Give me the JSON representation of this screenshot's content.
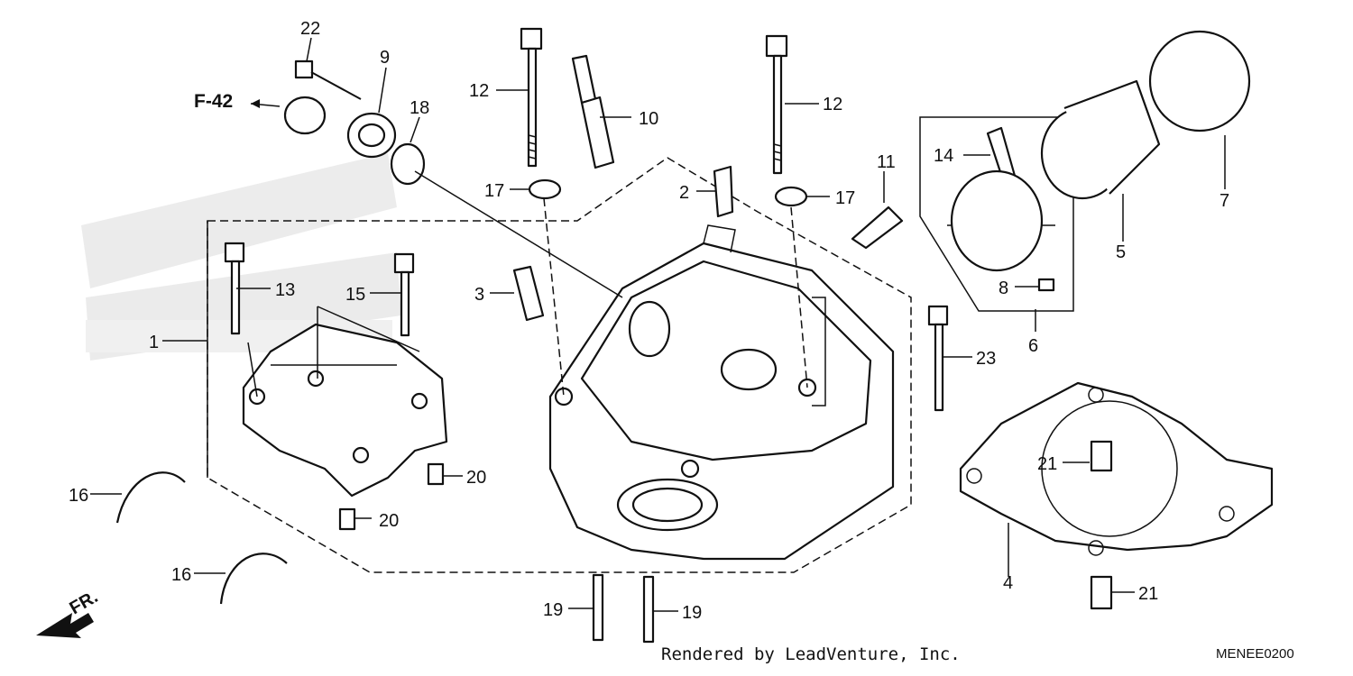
{
  "diagram": {
    "direction_arrow_label": "FR.",
    "reference_label": "F-42",
    "credit": "Rendered by LeadVenture, Inc.",
    "diagram_code": "MENEE0200",
    "callouts": [
      {
        "id": "c1",
        "number": "1"
      },
      {
        "id": "c2",
        "number": "2"
      },
      {
        "id": "c3",
        "number": "3"
      },
      {
        "id": "c4",
        "number": "4"
      },
      {
        "id": "c5",
        "number": "5"
      },
      {
        "id": "c6",
        "number": "6"
      },
      {
        "id": "c7",
        "number": "7"
      },
      {
        "id": "c8",
        "number": "8"
      },
      {
        "id": "c9",
        "number": "9"
      },
      {
        "id": "c10",
        "number": "10"
      },
      {
        "id": "c11",
        "number": "11"
      },
      {
        "id": "c12a",
        "number": "12"
      },
      {
        "id": "c12b",
        "number": "12"
      },
      {
        "id": "c13",
        "number": "13"
      },
      {
        "id": "c14",
        "number": "14"
      },
      {
        "id": "c15",
        "number": "15"
      },
      {
        "id": "c16a",
        "number": "16"
      },
      {
        "id": "c16b",
        "number": "16"
      },
      {
        "id": "c17a",
        "number": "17"
      },
      {
        "id": "c17b",
        "number": "17"
      },
      {
        "id": "c18",
        "number": "18"
      },
      {
        "id": "c19a",
        "number": "19"
      },
      {
        "id": "c19b",
        "number": "19"
      },
      {
        "id": "c20a",
        "number": "20"
      },
      {
        "id": "c20b",
        "number": "20"
      },
      {
        "id": "c21a",
        "number": "21"
      },
      {
        "id": "c21b",
        "number": "21"
      },
      {
        "id": "c22",
        "number": "22"
      },
      {
        "id": "c23",
        "number": "23"
      }
    ]
  }
}
